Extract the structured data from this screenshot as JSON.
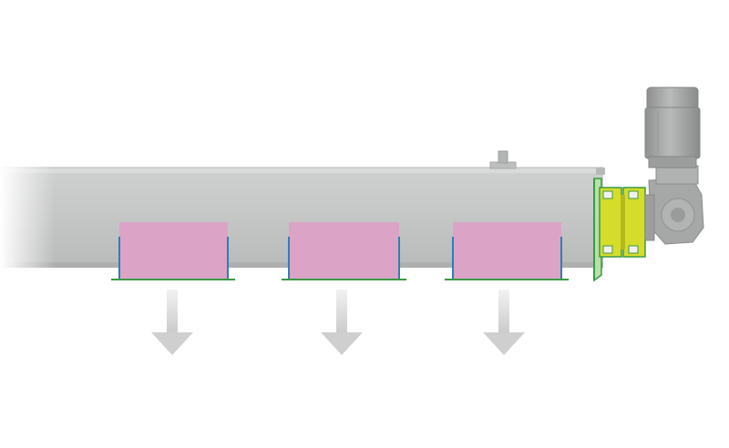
{
  "diagram": {
    "subject": "screw-conveyor",
    "outlets": [
      {
        "id": "outlet-1"
      },
      {
        "id": "outlet-2"
      },
      {
        "id": "outlet-3"
      }
    ],
    "colors": {
      "background": "#ffffff",
      "trough": "#c7c8c8",
      "trough_dark": "#a9abab",
      "outlet_fill": "#dba4c6",
      "outlet_edge": "#2d7fb8",
      "flange_green": "#3a9a44",
      "coupling_yellow": "#d6dc2a",
      "motor": "#a4a6a6",
      "arrow": "#d0d0d0"
    }
  }
}
